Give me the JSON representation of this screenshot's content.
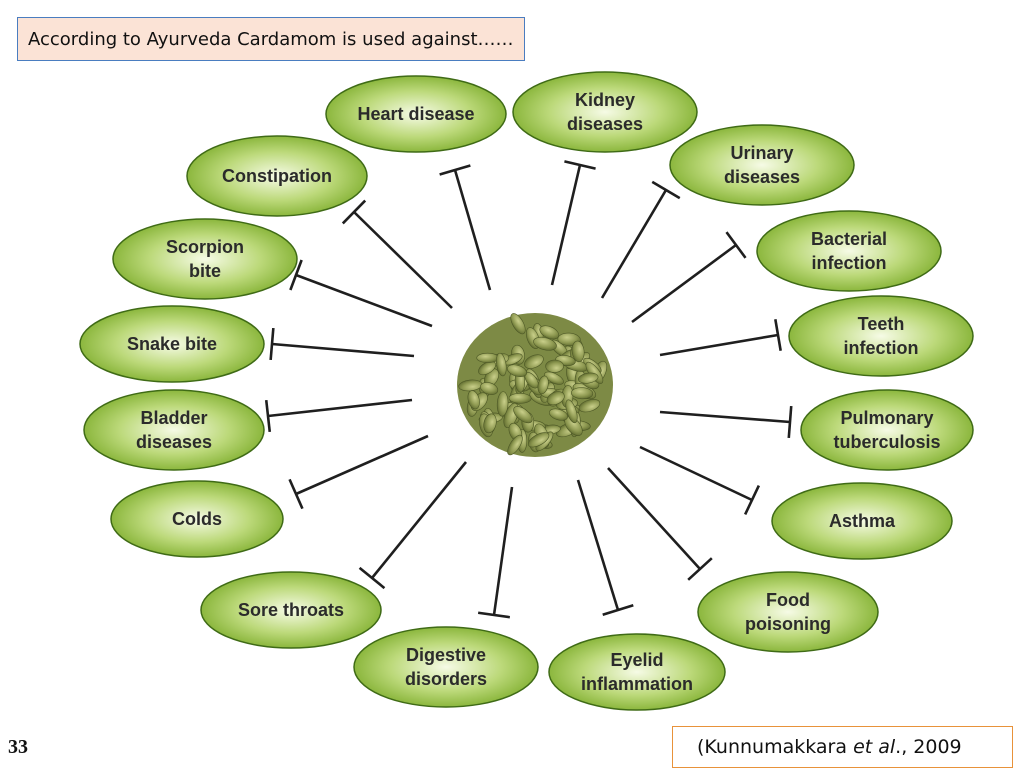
{
  "title": "According to Ayurveda Cardamom is used against……",
  "slide_number": "33",
  "citation": {
    "prefix": "(Kunnumakkara ",
    "italic": "et al",
    "suffix": "., 2009"
  },
  "colors": {
    "oval_center": "#f6fbe6",
    "oval_mid": "#bcd97a",
    "oval_edge": "#7fae2e",
    "oval_stroke": "#3f6b16",
    "inhibitor_line": "#1f1f1f"
  },
  "center_image": {
    "icon": "cardamom-pods-pile"
  },
  "targets": [
    {
      "id": "heart-disease",
      "lines": [
        "Heart disease"
      ]
    },
    {
      "id": "kidney-diseases",
      "lines": [
        "Kidney",
        "diseases"
      ]
    },
    {
      "id": "urinary-diseases",
      "lines": [
        "Urinary",
        "diseases"
      ]
    },
    {
      "id": "bacterial-infection",
      "lines": [
        "Bacterial",
        "infection"
      ]
    },
    {
      "id": "teeth-infection",
      "lines": [
        "Teeth",
        "infection"
      ]
    },
    {
      "id": "pulmonary-tuberculosis",
      "lines": [
        "Pulmonary",
        "tuberculosis"
      ]
    },
    {
      "id": "asthma",
      "lines": [
        "Asthma"
      ]
    },
    {
      "id": "food-poisoning",
      "lines": [
        "Food",
        "poisoning"
      ]
    },
    {
      "id": "eyelid-inflammation",
      "lines": [
        "Eyelid",
        "inflammation"
      ]
    },
    {
      "id": "digestive-disorders",
      "lines": [
        "Digestive",
        "disorders"
      ]
    },
    {
      "id": "sore-throats",
      "lines": [
        "Sore throats"
      ]
    },
    {
      "id": "colds",
      "lines": [
        "Colds"
      ]
    },
    {
      "id": "bladder-diseases",
      "lines": [
        "Bladder",
        "diseases"
      ]
    },
    {
      "id": "snake-bite",
      "lines": [
        "Snake bite"
      ]
    },
    {
      "id": "scorpion-bite",
      "lines": [
        "Scorpion",
        "bite"
      ]
    },
    {
      "id": "constipation",
      "lines": [
        "Constipation"
      ]
    }
  ]
}
